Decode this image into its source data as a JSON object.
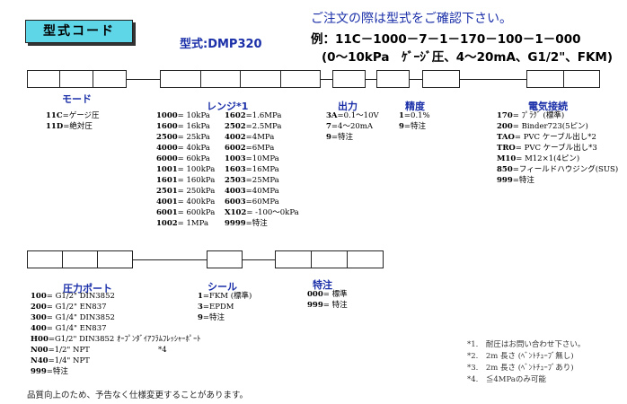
{
  "title": "型式コード",
  "model": "型式:DMP320",
  "notice": "ご注文の際は型式をご確認下さい。",
  "example_line1": "例：11C－1000－7－1－170－100－1－000",
  "example_line2": "(0～10kPa　ｹﾞｰｼﾞ圧、4～20mA、G1/2\"、FKM)",
  "sections": {
    "mode": {
      "head": "モード",
      "items": [
        {
          "code": "11C",
          "text": "=ゲージ圧"
        },
        {
          "code": "11D",
          "text": "=絶対圧"
        }
      ]
    },
    "range": {
      "head": "レンジ*1",
      "col1": [
        {
          "code": "1000",
          "text": "=  10kPa"
        },
        {
          "code": "1600",
          "text": "=  16kPa"
        },
        {
          "code": "2500",
          "text": "=  25kPa"
        },
        {
          "code": "4000",
          "text": "=  40kPa"
        },
        {
          "code": "6000",
          "text": "=  60kPa"
        },
        {
          "code": "1001",
          "text": "=  100kPa"
        },
        {
          "code": "1601",
          "text": "=  160kPa"
        },
        {
          "code": "2501",
          "text": "=  250kPa"
        },
        {
          "code": "4001",
          "text": "=  400kPa"
        },
        {
          "code": "6001",
          "text": "=  600kPa"
        },
        {
          "code": "1002",
          "text": "=  1MPa"
        }
      ],
      "col2": [
        {
          "code": "1602",
          "text": "=1.6MPa"
        },
        {
          "code": "2502",
          "text": "=2.5MPa"
        },
        {
          "code": "4002",
          "text": "=4MPa"
        },
        {
          "code": "6002",
          "text": "=6MPa"
        },
        {
          "code": "1003",
          "text": "=10MPa"
        },
        {
          "code": "1603",
          "text": "=16MPa"
        },
        {
          "code": "2503",
          "text": "=25MPa"
        },
        {
          "code": "4003",
          "text": "=40MPa"
        },
        {
          "code": "6003",
          "text": "=60MPa"
        },
        {
          "code": "X102",
          "text": "= -100～0kPa"
        },
        {
          "code": "9999",
          "text": "=特注"
        }
      ]
    },
    "output": {
      "head": "出力",
      "items": [
        {
          "code": "3A",
          "text": "=0.1～10V"
        },
        {
          "code": "7",
          "text": "=4～20mA"
        },
        {
          "code": "9",
          "text": "=特注"
        }
      ]
    },
    "accuracy": {
      "head": "精度",
      "items": [
        {
          "code": "1",
          "text": "=0.1%"
        },
        {
          "code": "9",
          "text": "=特注"
        }
      ]
    },
    "electrical": {
      "head": "電気接続",
      "items": [
        {
          "code": "170",
          "text": "= ﾌﾟﾗｸﾞ (標準)"
        },
        {
          "code": "200",
          "text": "= Binder723(5ピン)"
        },
        {
          "code": "TAO",
          "text": "= PVC ケーブル出し*2"
        },
        {
          "code": "TRO",
          "text": "= PVC ケーブル出し*3"
        },
        {
          "code": "M10",
          "text": "= M12×1(4ピン)"
        },
        {
          "code": "850",
          "text": "=フィールドハウジング(SUS)"
        },
        {
          "code": "999",
          "text": "=特注"
        }
      ]
    },
    "port": {
      "head": "圧力ポート",
      "items": [
        {
          "code": "100",
          "text": "= G1/2\"  DIN3852"
        },
        {
          "code": "200",
          "text": "= G1/2\"  EN837"
        },
        {
          "code": "300",
          "text": "= G1/4\"  DIN3852"
        },
        {
          "code": "400",
          "text": "= G1/4\"  EN837"
        },
        {
          "code": "H00",
          "text": "=G1/2\"  DIN3852 ｵｰﾌﾟﾝﾀﾞｲｱﾌﾗﾑﾌﾚｯｼｬｰﾎﾟｰﾄ"
        },
        {
          "code": "N00",
          "text": "=1/2\" NPT"
        },
        {
          "code": "N40",
          "text": "=1/4\" NPT"
        },
        {
          "code": "999",
          "text": "=特注"
        }
      ],
      "port_note": "*4"
    },
    "seal": {
      "head": "シール",
      "items": [
        {
          "code": "1",
          "text": "=FKM (標準)"
        },
        {
          "code": "3",
          "text": "=EPDM"
        },
        {
          "code": "9",
          "text": "=特注"
        }
      ]
    },
    "special": {
      "head": "特注",
      "items": [
        {
          "code": "000",
          "text": "= 標準"
        },
        {
          "code": "999",
          "text": "= 特注"
        }
      ]
    }
  },
  "notes": [
    "*1.　耐圧はお問い合わせ下さい。",
    "*2.　2m 長さ (ﾍﾞﾝﾄﾁｭｰﾌﾞ無し)",
    "*3.　2m 長さ (ﾍﾞﾝﾄﾁｭｰﾌﾞあり)",
    "*4.　≦4MPaのみ可能"
  ],
  "footer": "品質向上のため、予告なく仕様変更することがあります。"
}
